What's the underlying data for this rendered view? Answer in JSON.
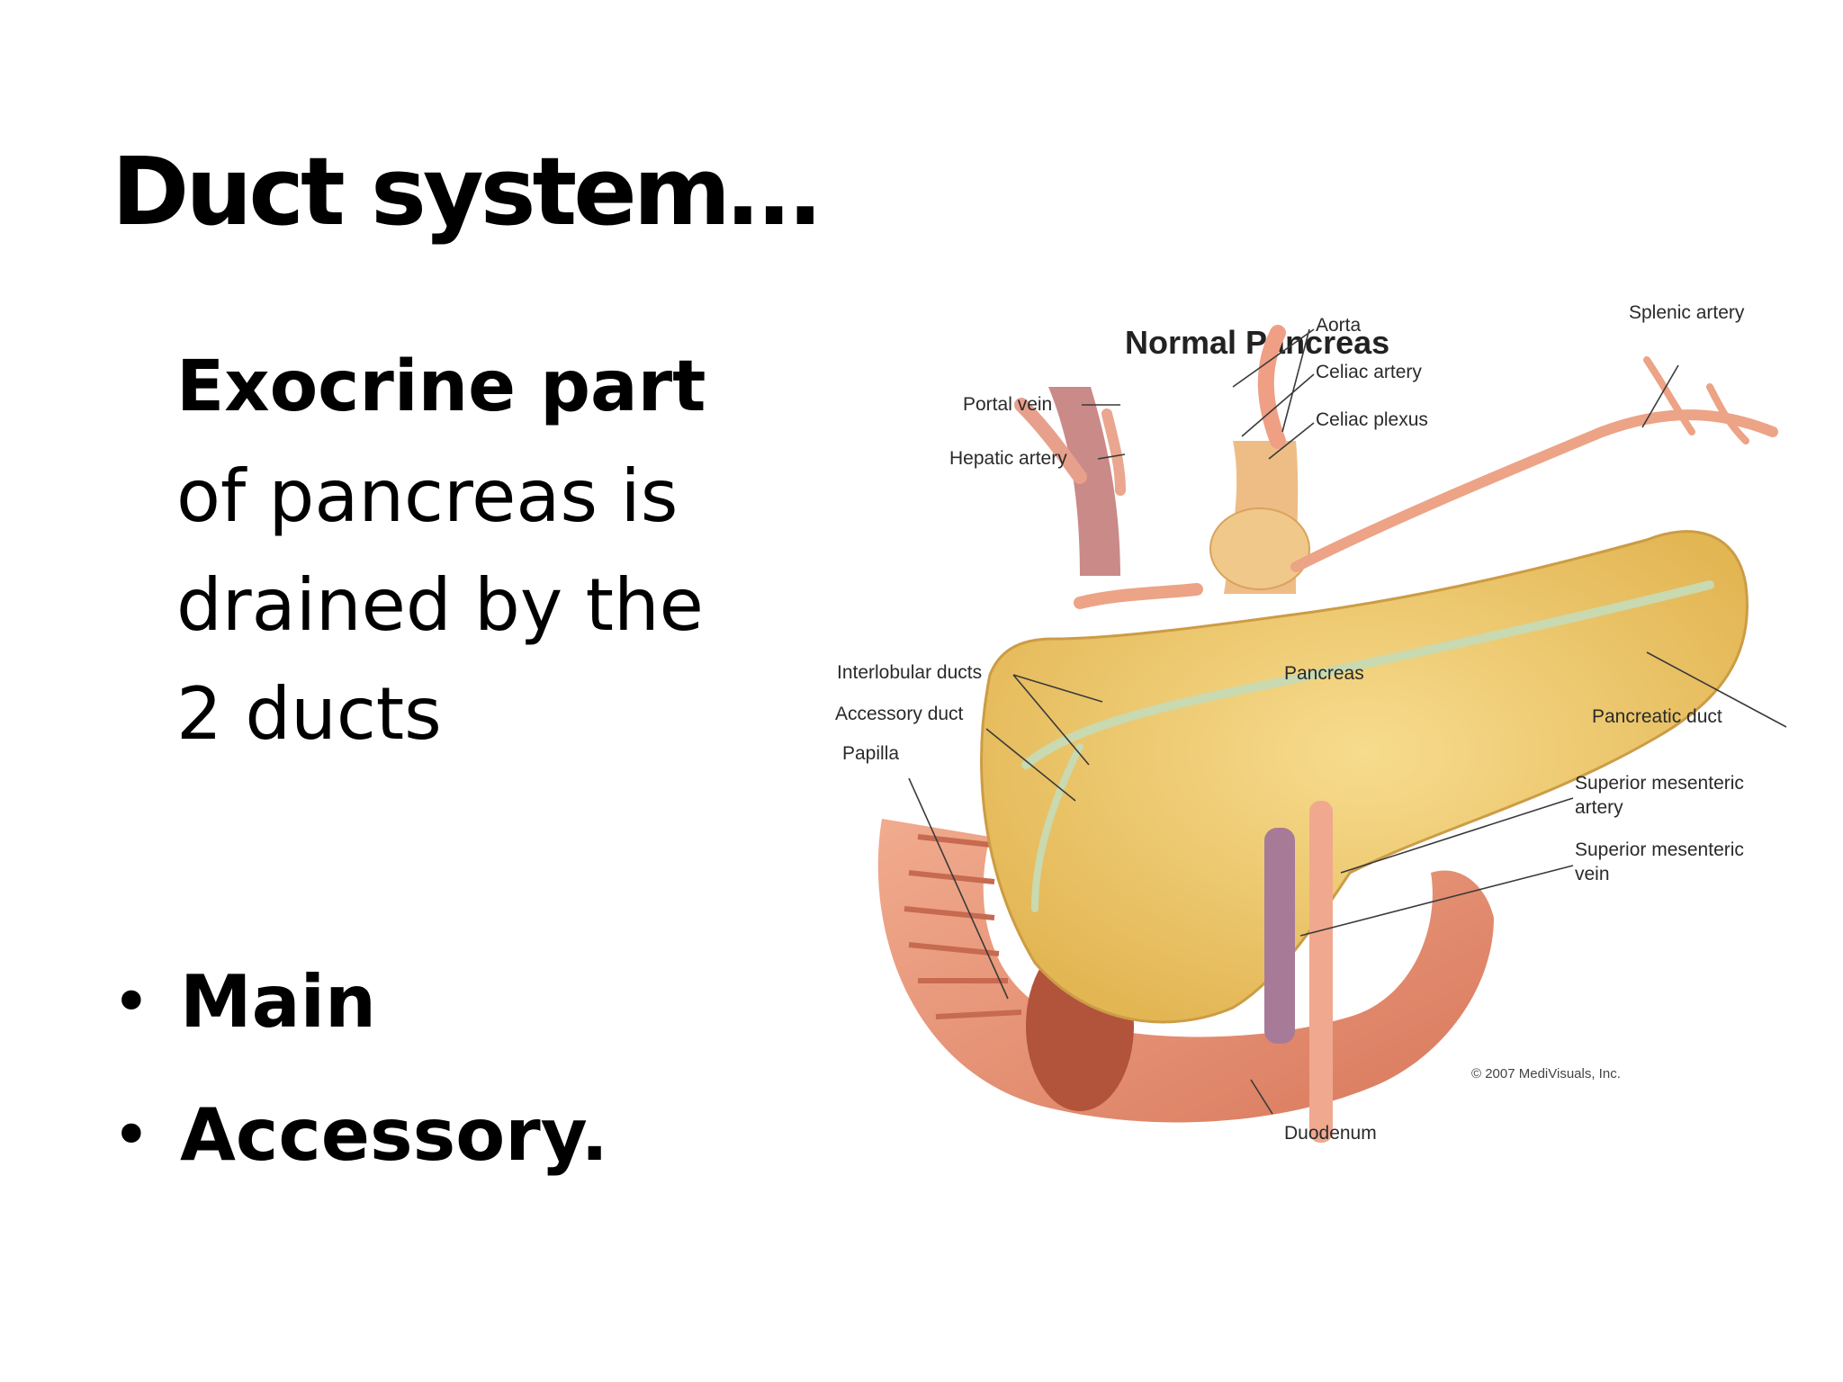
{
  "slide": {
    "title": "Duct system…",
    "intro_bold": "Exocrine part",
    "intro_lines": [
      "of pancreas is",
      "drained by the",
      "2 ducts"
    ],
    "bullets": [
      "Main",
      "Accessory."
    ],
    "bullet_symbol": "•"
  },
  "figure": {
    "title": "Normal Pancreas",
    "labels": {
      "aorta": "Aorta",
      "celiac_artery": "Celiac artery",
      "celiac_plexus": "Celiac plexus",
      "splenic_artery": "Splenic artery",
      "portal_vein": "Portal vein",
      "hepatic_artery": "Hepatic artery",
      "interlobular_ducts": "Interlobular ducts",
      "accessory_duct": "Accessory duct",
      "papilla": "Papilla",
      "pancreas": "Pancreas",
      "pancreatic_duct": "Pancreatic duct",
      "sma_line1": "Superior mesenteric",
      "sma_line2": "artery",
      "smv_line1": "Superior mesenteric",
      "smv_line2": "vein",
      "duodenum": "Duodenum",
      "copyright": "© 2007 MediVisuals, Inc."
    },
    "colors": {
      "pancreas": "#f2cf72",
      "duodenum": "#e9967a",
      "vessel_artery": "#ec9e84",
      "vessel_vein": "#a77a98",
      "duct": "#c9d9b0"
    }
  }
}
